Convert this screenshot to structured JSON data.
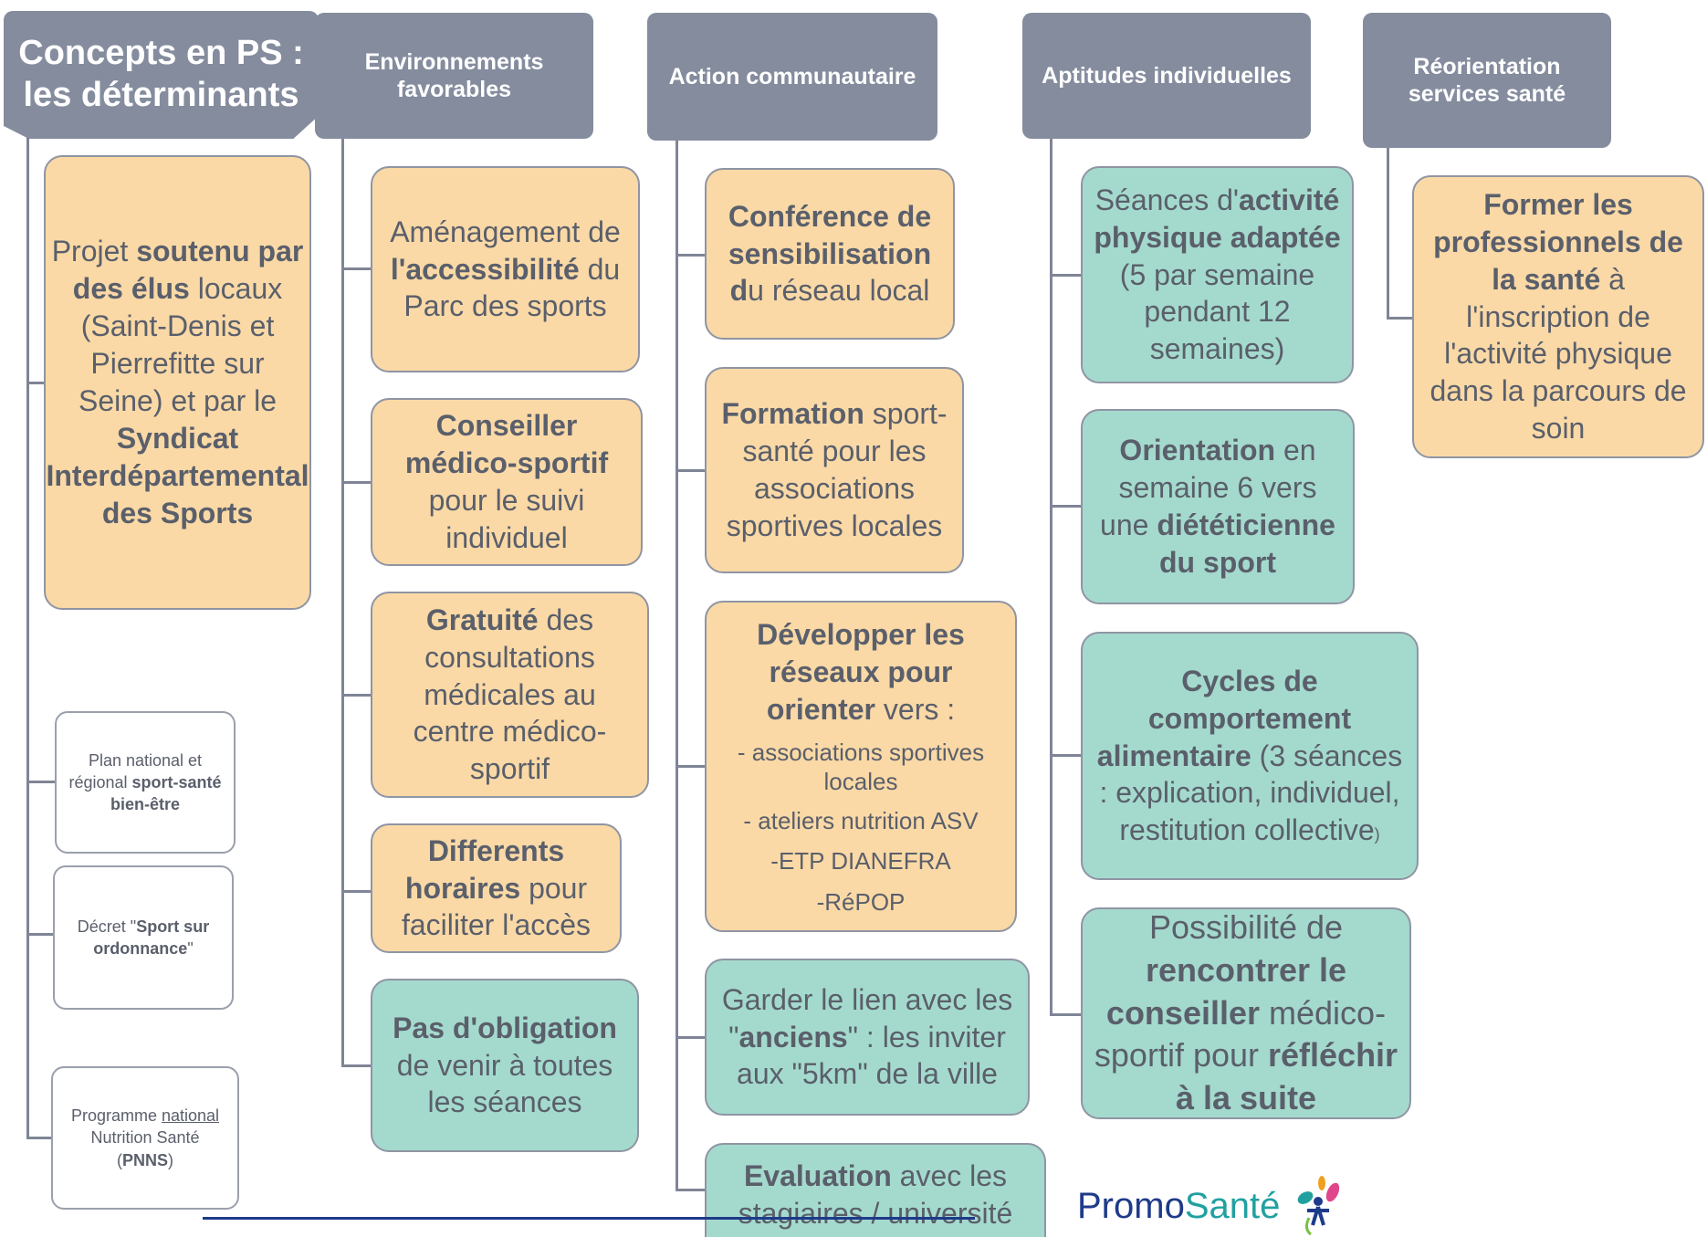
{
  "headers": {
    "concepts": [
      "Concepts en PS :",
      "les déterminants"
    ],
    "environnements": [
      "Environnements",
      "favorables"
    ],
    "action": "Action communautaire",
    "aptitudes": "Aptitudes individuelles",
    "reorientation": [
      "Réorientation",
      "services santé"
    ]
  },
  "concepts": {
    "projet": [
      "Projet ",
      "soutenu par des élus",
      " locaux (Saint-Denis et Pierrefitte sur Seine) et par le ",
      "Syndicat Interdépartemental des Sports"
    ],
    "plan": [
      "Plan national et régional ",
      "sport-santé bien-être"
    ],
    "decret": [
      "Décret \"",
      "Sport sur ordonnance",
      "\""
    ],
    "programme": [
      "Programme ",
      "national",
      " Nutrition Santé (",
      "PNNS",
      ")"
    ]
  },
  "environnements": {
    "amenagement": [
      "Aménagement de ",
      "l'accessibilité",
      " du Parc des sports"
    ],
    "conseiller": [
      "Conseiller médico-sportif",
      " pour le suivi individuel"
    ],
    "gratuite": [
      "Gratuité",
      " des consultations médicales au centre médico-sportif"
    ],
    "horaires": [
      "Differents horaires",
      " pour faciliter l'accès"
    ],
    "obligation": [
      "Pas d'obligation",
      " de venir à toutes les séances"
    ]
  },
  "action": {
    "conference": [
      "Conférence de sensibilisation d",
      "u réseau local"
    ],
    "formation": [
      "Formation",
      " sport-santé pour les associations sportives locales"
    ],
    "reseaux": [
      "Développer les réseaux pour orienter",
      "  vers :"
    ],
    "reseaux_list": [
      "- associations sportives locales",
      "- ateliers nutrition ASV",
      "-ETP DIANEFRA",
      "-RéPOP"
    ],
    "lien": [
      "Garder le lien avec les \"",
      "anciens",
      "\" : les inviter aux \"5km\" de la ville"
    ],
    "evaluation": [
      "Evaluation",
      " avec les stagiaires / université"
    ]
  },
  "aptitudes": {
    "seances": [
      "Séances d'",
      "activité physique adaptée",
      " (5 par semaine pendant 12 semaines)"
    ],
    "orientation": [
      "Orientation",
      " en semaine 6 vers une ",
      "diététicienne du sport"
    ],
    "cycles": [
      "Cycles de comportement alimentaire",
      " (3 séances : explication, individuel, restitution collective",
      ")"
    ],
    "possibilite": [
      "Possibilité de ",
      "rencontrer le conseiller",
      " médico-sportif pour ",
      "réfléchir à la suite"
    ]
  },
  "reorientation": {
    "former": [
      "Former les professionnels de la santé",
      " à l'inscription de l'activité physique dans la parcours de soin"
    ]
  },
  "logo": {
    "promo": "Promo",
    "sante": "Santé"
  },
  "colors": {
    "header": "#848c9e",
    "orange": "#fad9a6",
    "green": "#a4dacd",
    "border": "#8f95a3",
    "logo_blue": "#1e3a8a",
    "logo_teal": "#22a0a0"
  }
}
